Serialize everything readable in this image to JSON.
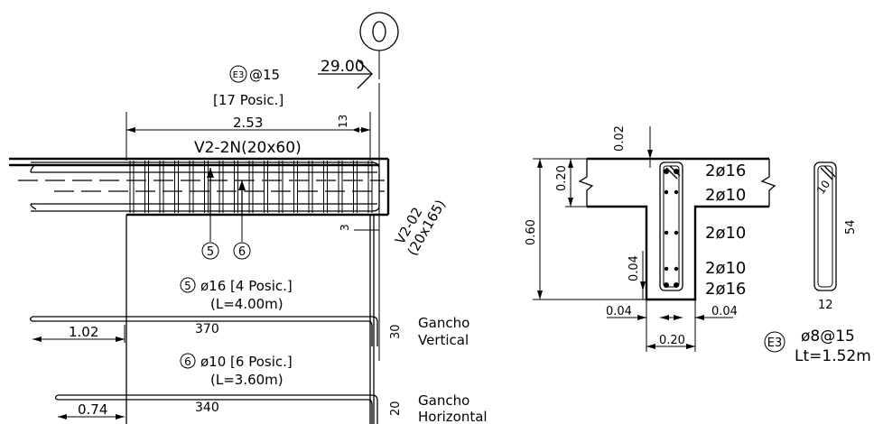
{
  "axis_bubble": "0",
  "level": "29.00",
  "stirrups": {
    "mark": "E3",
    "spacing": "@15",
    "count": "[17 Posic.]",
    "length": "2.53",
    "end_offset": "13"
  },
  "beam": {
    "name": "V2-2N(20x60)",
    "end_gap": "3",
    "column": "V2-02",
    "column_size": "(20x165)"
  },
  "bar5": {
    "mark": "5",
    "spec": "ø16 [4 Posic.]",
    "length": "(L=4.00m)",
    "left_dim": "1.02",
    "run": "370",
    "hook_len": "30",
    "hook_type_1": "Gancho",
    "hook_type_2": "Vertical"
  },
  "bar6": {
    "mark": "6",
    "spec": "ø10 [6 Posic.]",
    "length": "(L=3.60m)",
    "left_dim": "0.74",
    "run": "340",
    "hook_len": "20",
    "hook_type_1": "Gancho",
    "hook_type_2": "Horizontal"
  },
  "section": {
    "cover_top": "0.02",
    "slab": "0.20",
    "height": "0.60",
    "cover_bottom": "0.04",
    "cover_left": "0.04",
    "cover_right": "0.04",
    "width": "0.20",
    "rebar_1": "2ø16",
    "rebar_2": "2ø10",
    "rebar_3": "2ø10",
    "rebar_4": "2ø10",
    "rebar_5": "2ø16"
  },
  "stirrup_detail": {
    "hook": "10",
    "height": "54",
    "width": "12",
    "mark": "E3",
    "spec": "ø8@15",
    "total_length": "Lt=1.52m"
  }
}
